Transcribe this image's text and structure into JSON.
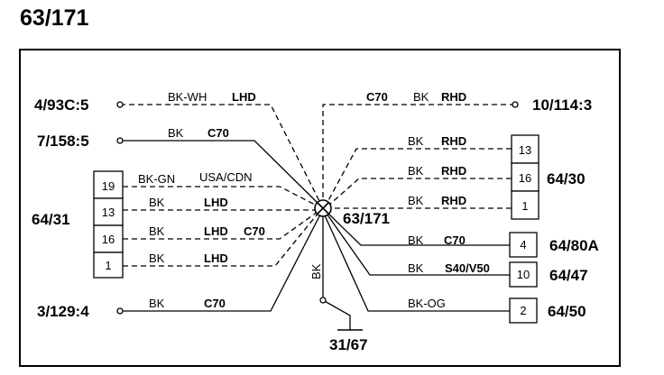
{
  "title": "63/171",
  "splice_label": "63/171",
  "ground_label": "31/67",
  "ground_wire": "BK",
  "left_connector": {
    "label": "64/31",
    "pins": [
      {
        "pin": "19",
        "color": "BK-GN",
        "variant": "USA/CDN"
      },
      {
        "pin": "13",
        "color": "BK",
        "variant": "LHD"
      },
      {
        "pin": "16",
        "color": "BK",
        "variant": "LHD",
        "variant2": "C70"
      },
      {
        "pin": "1",
        "color": "BK",
        "variant": "LHD"
      }
    ]
  },
  "left_wires": [
    {
      "ref": "4/93C:5",
      "color": "BK-WH",
      "variant": "LHD"
    },
    {
      "ref": "7/158:5",
      "color": "BK",
      "variant": "C70"
    },
    {
      "ref": "3/129:4",
      "color": "BK",
      "variant": "C70"
    }
  ],
  "top_right_wire": {
    "ref": "10/114:3",
    "variant": "C70",
    "color": "BK",
    "variant2": "RHD"
  },
  "right_connector_6430": {
    "label": "64/30",
    "pins": [
      {
        "pin": "13",
        "color": "BK",
        "variant": "RHD"
      },
      {
        "pin": "16",
        "color": "BK",
        "variant": "RHD"
      },
      {
        "pin": "1",
        "color": "BK",
        "variant": "RHD"
      }
    ]
  },
  "right_connectors": [
    {
      "label": "64/80A",
      "pin": "4",
      "color": "BK",
      "variant": "C70"
    },
    {
      "label": "64/47",
      "pin": "10",
      "color": "BK",
      "variant": "S40/V50"
    },
    {
      "label": "64/50",
      "pin": "2",
      "color": "BK-OG",
      "variant": ""
    }
  ]
}
